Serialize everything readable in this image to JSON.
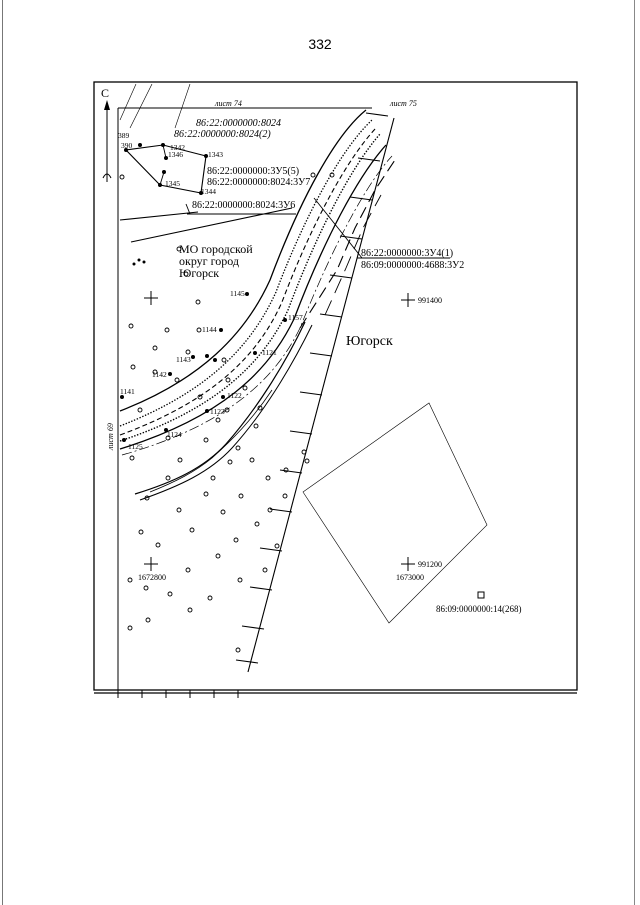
{
  "page_number": "332",
  "north_label": "С",
  "sheets": {
    "top_left": "лист 74",
    "top_right": "лист 75",
    "left": "лист 69"
  },
  "area_labels": {
    "municipality_line1": "МО городской",
    "municipality_line2": "округ город",
    "municipality_line3": "Югорск",
    "city": "Югорск"
  },
  "parcels": {
    "p8024": "86:22:0000000:8024",
    "p8024_2": "86:22:0000000:8024(2)",
    "p3u5_5": "86:22:0000000:3У5(5)",
    "p8024_3u7": "86:22:0000000:8024:3У7",
    "p8024_3u6": "86:22:0000000:8024:3У6",
    "p3u4_1": "86:22:0000000:3У4(1)",
    "p4688_3u2": "86:09:0000000:4688:3У2",
    "p14_268": "86:09:0000000:14(268)"
  },
  "points": {
    "n389": "389",
    "n390": "390",
    "n1342": "1342",
    "n1343": "1343",
    "n1346": "1346",
    "n1345": "1345",
    "n1344": "1344",
    "n1145": "1145",
    "n1144": "1144",
    "n1143": "1143",
    "n1142": "1142",
    "n1141": "1141",
    "n1121": "1121",
    "n1122": "1122",
    "n1123": "1123",
    "n1124": "1124",
    "n1125": "1125",
    "n1157": "1157"
  },
  "grid": {
    "g991400": "991400",
    "g991200": "991200",
    "g1673000": "1673000",
    "g1672800": "1672800"
  }
}
